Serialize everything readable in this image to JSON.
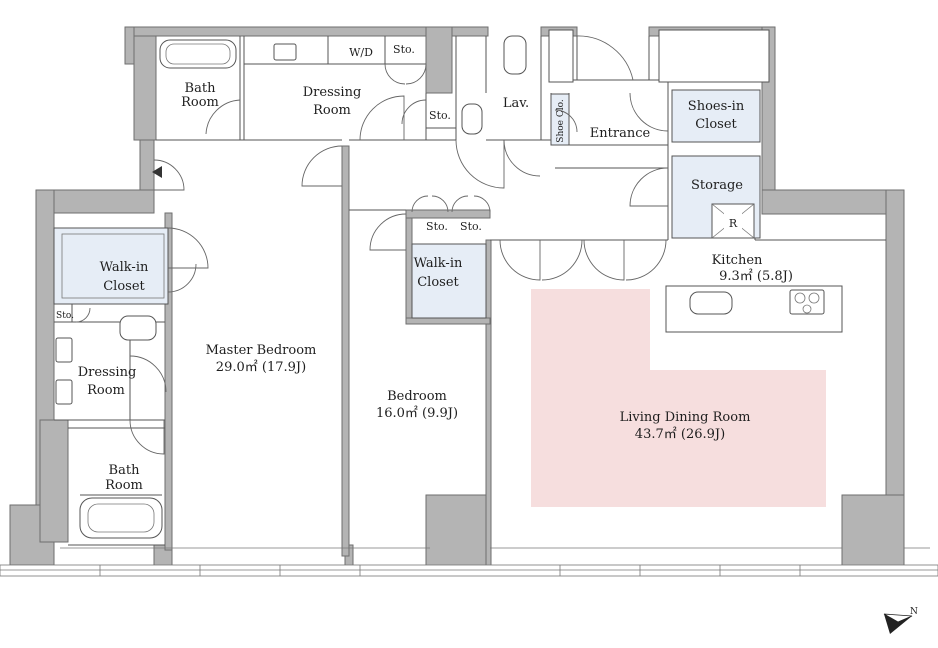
{
  "rooms": {
    "bath_room_upper": {
      "line1": "Bath",
      "line2": "Room"
    },
    "dressing_room_upper": {
      "line1": "Dressing",
      "line2": "Room"
    },
    "wd": "W/D",
    "sto_top": "Sto.",
    "sto_mid": "Sto.",
    "lav": "Lav.",
    "shoe_clo": "Shoe Clo.",
    "entrance": "Entrance",
    "shoes_in_closet": {
      "line1": "Shoes-in",
      "line2": "Closet"
    },
    "storage": "Storage",
    "fridge": "R",
    "kitchen": {
      "name": "Kitchen",
      "area": "9.3㎡  (5.8J)"
    },
    "walk_in_closet_left": {
      "line1": "Walk-in",
      "line2": "Closet"
    },
    "sto_left": "Sto.",
    "dressing_room_lower": {
      "line1": "Dressing",
      "line2": "Room"
    },
    "bath_room_lower": {
      "line1": "Bath",
      "line2": "Room"
    },
    "master_bedroom": {
      "name": "Master Bedroom",
      "area": "29.0㎡  (17.9J)"
    },
    "sto_bed_left": "Sto.",
    "sto_bed_right": "Sto.",
    "walk_in_closet_mid": {
      "line1": "Walk-in",
      "line2": "Closet"
    },
    "bedroom": {
      "name": "Bedroom",
      "area": "16.0㎡  (9.9J)"
    },
    "living_dining_room": {
      "name": "Living Dining Room",
      "area": "43.7㎡  (26.9J)"
    }
  },
  "compass": {
    "label": "N"
  },
  "colors": {
    "wall": "#b4b4b4",
    "closet_fill": "#e6edf6",
    "living_highlight": "#f6dede",
    "line": "#555555"
  }
}
